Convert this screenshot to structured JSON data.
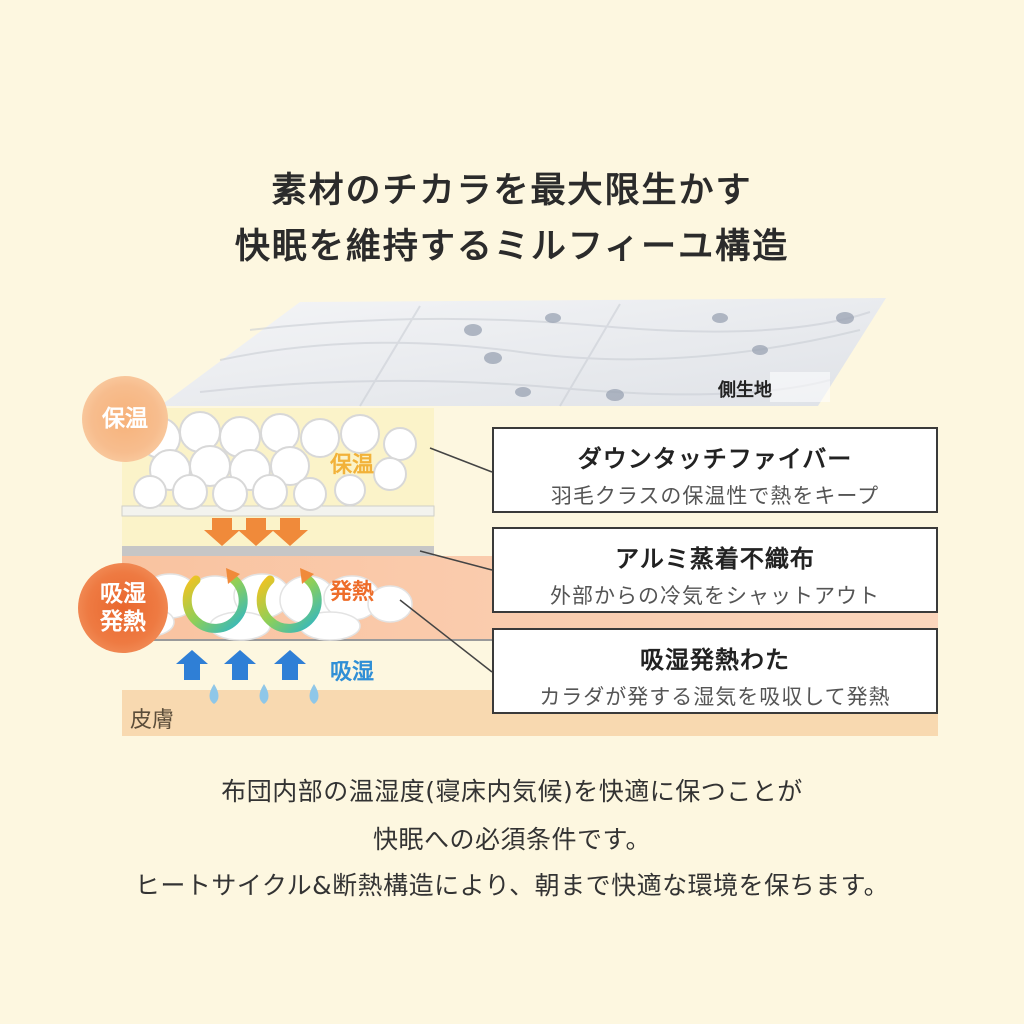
{
  "title": {
    "line1": "素材のチカラを最大限生かす",
    "line2": "快眠を維持するミルフィーユ構造"
  },
  "badges": {
    "warm": "保温",
    "moist_line1": "吸湿",
    "moist_line2": "発熱"
  },
  "layers": {
    "outer_fabric": "側生地",
    "keep_warm": "保温",
    "heat": "発熱",
    "absorb": "吸湿",
    "skin": "皮膚"
  },
  "callouts": [
    {
      "title": "ダウンタッチファイバー",
      "subtitle": "羽毛クラスの保温性で熱をキープ"
    },
    {
      "title": "アルミ蒸着不織布",
      "subtitle": "外部からの冷気をシャットアウト"
    },
    {
      "title": "吸湿発熱わた",
      "subtitle": "カラダが発する湿気を吸収して発熱"
    }
  ],
  "body": {
    "line1": "布団内部の温湿度(寝床内気候)を快適に保つことが",
    "line2": "快眠への必須条件です。",
    "line3": "ヒートサイクル&断熱構造により、朝まで快適な環境を保ちます。"
  },
  "colors": {
    "background": "#fdf7e0",
    "warm_layer": "#fbf3c9",
    "heat_layer": "#f9c9a8",
    "skin_band": "#f8d9b0",
    "warm_arrow": "#f08a3a",
    "cool_arrow": "#2f7fd6"
  }
}
